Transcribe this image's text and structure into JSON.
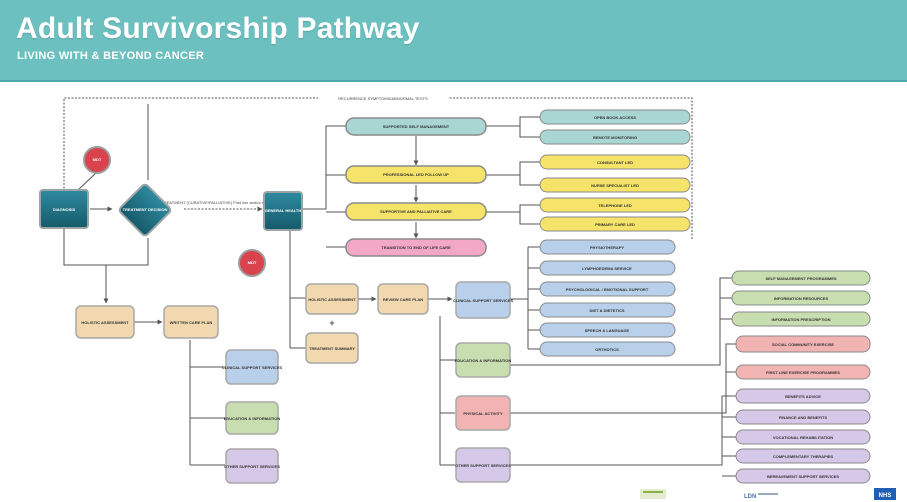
{
  "header": {
    "title": "Adult Survivorship Pathway",
    "subtitle": "LIVING WITH & BEYOND CANCER"
  },
  "diagram": {
    "recurrence_label": "RECURRENCE SYMPTOMS/ABNORMAL TESTS",
    "nodes": {
      "diagnosis": "DIAGNOSIS",
      "treatment_decision": "TREATMENT DECISION",
      "treatment_note": "TREATMENT (CURATIVE/PALLIATIVE) First line and/or subsequent",
      "general_health": "GENERAL HEALTH",
      "mdt_top": "MDT",
      "mdt_bottom": "MDT",
      "holistic_assessment_left": "HOLISTIC ASSESSMENT",
      "written_care_plan": "WRITTEN CARE PLAN",
      "clinical_support_left": "CLINICAL SUPPORT SERVICES",
      "education_left": "EDUCATION & INFORMATION",
      "other_support_left": "OTHER SUPPORT SERVICES",
      "holistic_assessment_mid": "HOLISTIC ASSESSMENT",
      "treatment_summary": "TREATMENT SUMMARY",
      "review_care_plan": "REVIEW CARE PLAN",
      "clinical_support_mid": "CLINICAL SUPPORT SERVICES",
      "education_mid": "EDUCATION & INFORMATION",
      "physical_activity": "PHYSICAL ACTIVITY",
      "other_support_mid": "OTHER SUPPORT SERVICES",
      "supported_self_management": "SUPPORTED SELF MANAGEMENT",
      "professional_follow_up": "PROFESSIONAL LED FOLLOW UP",
      "supportive_palliative": "SUPPORTIVE AND PALLIATIVE CARE",
      "end_of_life": "TRANSITION TO END OF LIFE CARE"
    },
    "right_top": [
      "OPEN BOOK ACCESS",
      "REMOTE MONITORING"
    ],
    "right_yellow": [
      "CONSULTANT LED",
      "NURSE SPECIALIST LED",
      "TELEPHONE LED",
      "PRIMARY CARE LED"
    ],
    "clinical_services": [
      "PHYSIOTHERAPY",
      "LYMPHOEDEMA SERVICE",
      "PSYCHOLOGICAL / EMOTIONAL SUPPORT",
      "DIET & DIETETICS",
      "SPEECH & LANGUAGE",
      "ORTHOTICS"
    ],
    "education_services": [
      "SELF MANAGEMENT PROGRAMMES",
      "INFORMATION RESOURCES",
      "INFORMATION PRESCRIPTION"
    ],
    "activity_services": [
      "SOCIAL COMMUNITY EXERCISE",
      "FIRST LINE EXERCISE PROGRAMMES"
    ],
    "other_services": [
      "BENEFITS ADVICE",
      "FINANCE AND BENEFITS",
      "VOCATIONAL REHABILITATION",
      "COMPLEMENTARY THERAPIES",
      "BEREAVEMENT SUPPORT SERVICES"
    ]
  },
  "footer": {
    "logo_nhs": "NHS",
    "logo_partner": "LDN"
  },
  "colors": {
    "header": "#6cc0c0",
    "teal_node": "#1c6e82",
    "mdt": "#d9434e",
    "peach": "#f2d8ae",
    "blue": "#b8d0ea",
    "green": "#c8deb0",
    "lavender": "#d6c8e8",
    "yellow": "#f5e36a",
    "pink": "#f4a8c8",
    "teal_pale": "#a9d6d3",
    "red_pale": "#f2b3b3"
  }
}
